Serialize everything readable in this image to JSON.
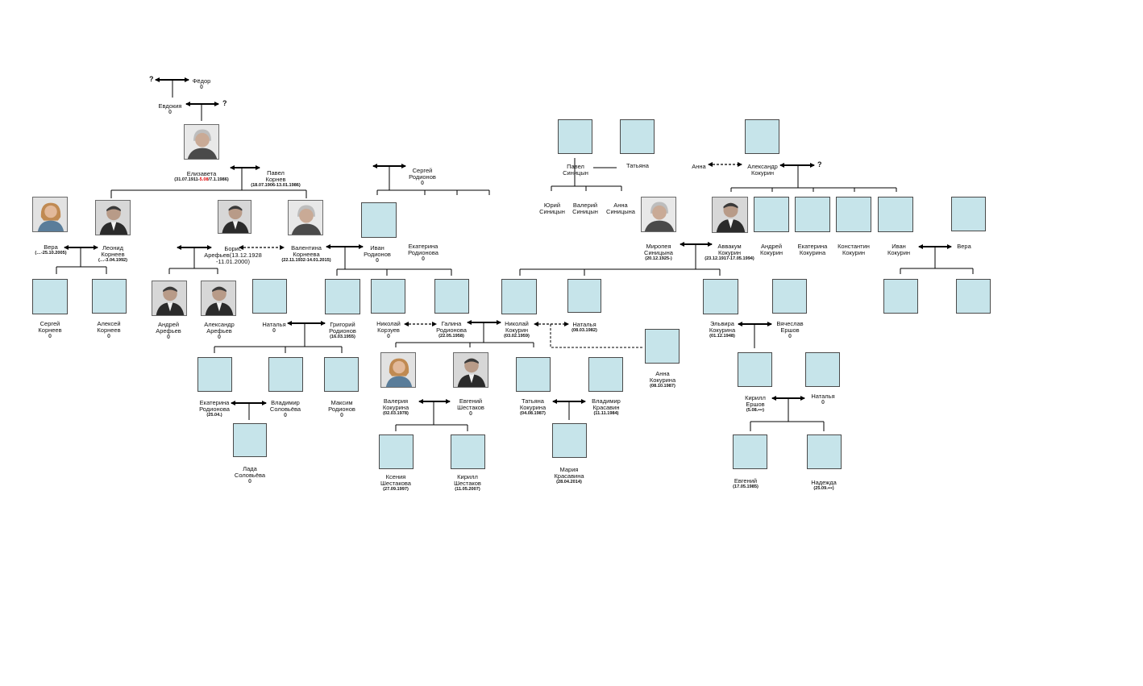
{
  "title": "",
  "symbols": {
    "unknown": "?"
  },
  "colors": {
    "placeholder": "#c6e4ea",
    "line": "#000000",
    "highlight": "#dd0000"
  },
  "people": [
    {
      "id": "fedor",
      "name": "Фёдор",
      "date": "()",
      "photo": "none"
    },
    {
      "id": "evdokiya",
      "name": "Евдокия",
      "date": "()",
      "photo": "none"
    },
    {
      "id": "elizaveta",
      "name": "Елизавета",
      "date_a": "(31.07.1911-",
      "date_hl": "5.08",
      "date_b": "/7.1.1986)",
      "photo": "elderly-woman"
    },
    {
      "id": "pavel_korneev",
      "name": "Павел\nКорнев",
      "date": "(18.07.1906-13.01.1986)",
      "photo": "none"
    },
    {
      "id": "sergey_rodionov_sr",
      "name": "Сергей\nРодионов",
      "date": "()",
      "photo": "none"
    },
    {
      "id": "pavel_sinitsyn",
      "name": "Павел\nСиницын",
      "date": "",
      "photo": "placeholder"
    },
    {
      "id": "tatyana_sr",
      "name": "Татьяна",
      "date": "",
      "photo": "placeholder"
    },
    {
      "id": "anna_sr",
      "name": "Анна",
      "date": "",
      "photo": "none"
    },
    {
      "id": "alexander_kokurin",
      "name": "Александр\nКокурин",
      "date": "",
      "photo": "placeholder"
    },
    {
      "id": "vera_korneeva",
      "name": "Вера",
      "date": "(…-25.10.2005)",
      "photo": "woman"
    },
    {
      "id": "leonid_korneev",
      "name": "Леонид\nКорнеев",
      "date": "(…-3.04.1992)",
      "photo": "man"
    },
    {
      "id": "boris_arefev",
      "name": "Борис\nАрефьев(13.12.1928\n-11.01.2000)",
      "date": "",
      "photo": "man"
    },
    {
      "id": "valentina_korneeva",
      "name": "Валентина\nКорнеева",
      "date": "(22.11.1932-14.01.2015)",
      "photo": "elderly-woman"
    },
    {
      "id": "ivan_rodionov",
      "name": "Иван\nРодионов",
      "date": "()",
      "photo": "placeholder"
    },
    {
      "id": "ekaterina_rodionova_sr",
      "name": "Екатерина\nРодионова",
      "date": "()",
      "photo": "none"
    },
    {
      "id": "yuriy_sinitsyn",
      "name": "Юрий\nСиницын",
      "date": "",
      "photo": "none"
    },
    {
      "id": "valeriy_sinitsyn",
      "name": "Валерий\nСиницын",
      "date": "",
      "photo": "none"
    },
    {
      "id": "anna_sinitsyna",
      "name": "Анна\nСиницына",
      "date": "",
      "photo": "none"
    },
    {
      "id": "miropeya_sinitsyna",
      "name": "Миропея\nСиницына",
      "date": "(20.12.1925-)",
      "photo": "elderly-woman"
    },
    {
      "id": "avvakum_kokurin",
      "name": "Аввакум\nКокурин",
      "date": "(23.12.1917-17.05.1994)",
      "photo": "man"
    },
    {
      "id": "andrey_kokurin",
      "name": "Андрей\nКокурин",
      "date": "",
      "photo": "placeholder"
    },
    {
      "id": "ekaterina_kokurina",
      "name": "Екатерина\nКокурина",
      "date": "",
      "photo": "placeholder"
    },
    {
      "id": "konstantin_kokurin",
      "name": "Константин\nКокурин",
      "date": "",
      "photo": "placeholder"
    },
    {
      "id": "ivan_kokurin",
      "name": "Иван\nКокурин",
      "date": "",
      "photo": "placeholder"
    },
    {
      "id": "vera_2",
      "name": "Вера",
      "date": "",
      "photo": "placeholder"
    },
    {
      "id": "sergey_korneev",
      "name": "Сергей\nКорнеев",
      "date": "()",
      "photo": "placeholder"
    },
    {
      "id": "aleksey_korneev",
      "name": "Алексей\nКорнеев",
      "date": "()",
      "photo": "placeholder"
    },
    {
      "id": "andrey_arefev",
      "name": "Андрей\nАрефьев",
      "date": "()",
      "photo": "man"
    },
    {
      "id": "aleksandr_arefev",
      "name": "Александр\nАрефьев",
      "date": "()",
      "photo": "man"
    },
    {
      "id": "natalya_1",
      "name": "Наталья",
      "date": "()",
      "photo": "placeholder"
    },
    {
      "id": "grigoriy_rodionov",
      "name": "Григорий\nРодионов",
      "date": "(16.03.1955)",
      "photo": "placeholder"
    },
    {
      "id": "nikolay_korzuev",
      "name": "Николай\nКорзуев",
      "date": "()",
      "photo": "placeholder"
    },
    {
      "id": "galina_rodionova",
      "name": "Галина\nРодионова",
      "date": "(22.05.1958)",
      "photo": "placeholder"
    },
    {
      "id": "nikolay_kokurin",
      "name": "Николай\nКокурин",
      "date": "(03.02.1959)",
      "photo": "placeholder"
    },
    {
      "id": "natalya_2",
      "name": "Наталья",
      "date": "(08.03.1982)",
      "photo": "placeholder"
    },
    {
      "id": "anna_kokurina",
      "name": "Анна\nКокурина",
      "date": "(08.10.1987)",
      "photo": "placeholder"
    },
    {
      "id": "elvira_kokurina",
      "name": "Эльвира\nКокурина",
      "date": "(01.12.1948)",
      "photo": "placeholder"
    },
    {
      "id": "vyacheslav_ershov",
      "name": "Вячеслав\nЕршов",
      "date": "()",
      "photo": "placeholder"
    },
    {
      "id": "ekaterina_rodionova",
      "name": "Екатерина\nРодионова",
      "date": "(25.04.)",
      "photo": "placeholder"
    },
    {
      "id": "vladimir_solovyov",
      "name": "Владимир\nСоловьёва",
      "date": "()",
      "photo": "placeholder"
    },
    {
      "id": "maksim_rodionov",
      "name": "Максим\nРодионов",
      "date": "()",
      "photo": "placeholder"
    },
    {
      "id": "valeriya_kokurina",
      "name": "Валерия\nКокурина",
      "date": "(02.03.1978)",
      "photo": "woman"
    },
    {
      "id": "evgeniy_shestakov",
      "name": "Евгений\nШестаков",
      "date": "()",
      "photo": "man"
    },
    {
      "id": "tatyana_kokurina",
      "name": "Татьяна\nКокурина",
      "date": "(04.08.1987)",
      "photo": "placeholder"
    },
    {
      "id": "vladimir_krasavin",
      "name": "Владимир\nКрасавин",
      "date": "(11.11.1984)",
      "photo": "placeholder"
    },
    {
      "id": "kirill_ershov",
      "name": "Кирилл\nЕршов",
      "date": "(5.08.▪▪▪)",
      "photo": "placeholder"
    },
    {
      "id": "natalya_3",
      "name": "Наталья",
      "date": "()",
      "photo": "placeholder"
    },
    {
      "id": "lada_solovyova",
      "name": "Лада\nСоловьёва",
      "date": "()",
      "photo": "placeholder"
    },
    {
      "id": "kseniya_shestakova",
      "name": "Ксения\nШестакова",
      "date": "(27.09.1997)",
      "photo": "placeholder"
    },
    {
      "id": "kirill_shestakov",
      "name": "Кирилл\nШестаков",
      "date": "(11.05.2007)",
      "photo": "placeholder"
    },
    {
      "id": "mariya_krasavina",
      "name": "Мария\nКрасавина",
      "date": "(28.04.2014)",
      "photo": "placeholder"
    },
    {
      "id": "evgeniy_ershov",
      "name": "Евгений",
      "date": "(17.05.1985)",
      "photo": "placeholder"
    },
    {
      "id": "nadezhda",
      "name": "Надежда",
      "date": "(25.09.▪▪▪)",
      "photo": "placeholder"
    },
    {
      "id": "unnamed_1",
      "name": "",
      "date": "",
      "photo": "placeholder"
    },
    {
      "id": "unnamed_2",
      "name": "",
      "date": "",
      "photo": "placeholder"
    }
  ]
}
